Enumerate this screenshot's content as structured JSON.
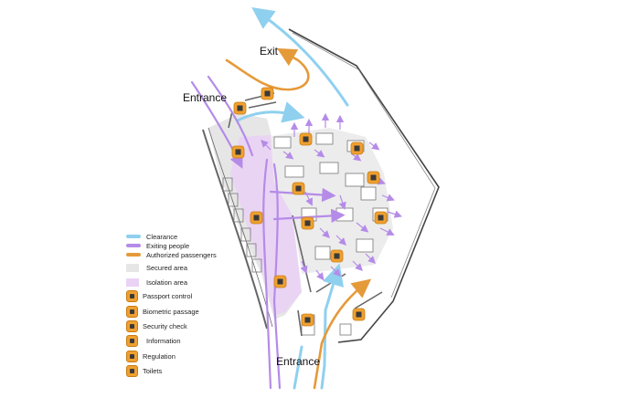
{
  "labels": {
    "exit": "Exit",
    "entrance_top": "Entrance",
    "entrance_bottom": "Entrance"
  },
  "legend": [
    {
      "kind": "line",
      "label": "Clearance",
      "color": "#8fd0ef"
    },
    {
      "kind": "line",
      "label": "Exiting people",
      "color": "#b58be8"
    },
    {
      "kind": "line",
      "label": "Authorized passengers",
      "color": "#e59a3a"
    },
    {
      "kind": "box",
      "label": "Secured area",
      "color": "#e6e6e6"
    },
    {
      "kind": "box",
      "label": "Isolation area",
      "color": "#ead2f5"
    },
    {
      "kind": "icon",
      "label": "Passport control",
      "icon": "passport-control-icon"
    },
    {
      "kind": "icon",
      "label": "Biometric passage",
      "icon": "biometric-passage-icon"
    },
    {
      "kind": "icon",
      "label": "Security check",
      "icon": "security-check-icon"
    },
    {
      "kind": "icon",
      "label": "Information",
      "icon": "information-icon"
    },
    {
      "kind": "icon",
      "label": "Regulation",
      "icon": "regulation-icon"
    },
    {
      "kind": "icon",
      "label": "Toilets",
      "icon": "toilets-icon"
    }
  ],
  "colors": {
    "clearance": "#8fd0ef",
    "exiting": "#b58be8",
    "authorized": "#e59a3a",
    "secured": "#e6e6e6",
    "isolation": "#ead2f5",
    "icon_bg": "#f0a030",
    "wall": "#555555"
  }
}
